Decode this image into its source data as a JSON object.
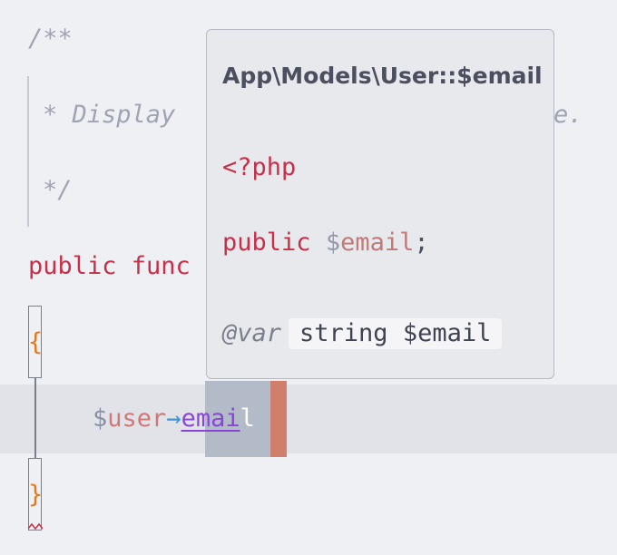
{
  "editor": {
    "doc_open": "/**",
    "doc_desc": "* Display",
    "doc_desc_tail": "e.",
    "doc_close": "*/",
    "func_keyword": "public func",
    "open_brace": "{",
    "var_dollar": "$",
    "var_name": "user",
    "arrow": "→",
    "property_typed": "emai",
    "property_cursor_char": "l",
    "close_brace": "}"
  },
  "tooltip": {
    "title": "App\\Models\\User::$email",
    "php_open": "<?php",
    "decl_keyword": "public",
    "decl_dollar": "$",
    "decl_name": "email",
    "decl_semicolon": ";",
    "var_tag": "@var",
    "var_type": "string $email"
  },
  "colors": {
    "keyword": "#c8304a",
    "brace": "#e07a1f",
    "arrow": "#3d95d8",
    "property": "#8a45d8",
    "cursor": "#d07f6d",
    "selection": "#b3bbc9"
  }
}
